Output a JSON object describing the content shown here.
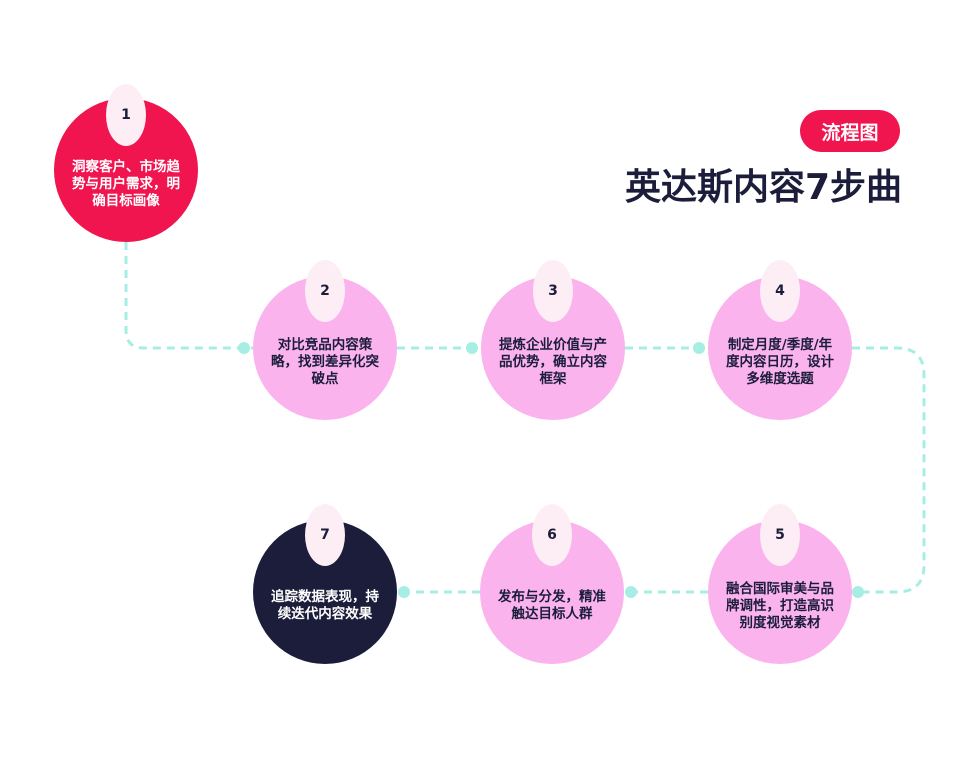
{
  "header": {
    "tag": "流程图",
    "title": "英达斯内容7步曲"
  },
  "colors": {
    "accent": "#f0144f",
    "step_fill": "#fbb3ee",
    "final_fill": "#1b1d3a",
    "badge": "#fdeef6",
    "connector": "#a6eee4"
  },
  "steps": [
    {
      "number": "1",
      "text": "洞察客户、市场趋势与用户需求，明确目标画像"
    },
    {
      "number": "2",
      "text": "对比竞品内容策略，找到差异化突破点"
    },
    {
      "number": "3",
      "text": "提炼企业价值与产品优势，确立内容框架"
    },
    {
      "number": "4",
      "text": "制定月度/季度/年度内容日历，设计多维度选题"
    },
    {
      "number": "5",
      "text": "融合国际审美与品牌调性，打造高识别度视觉素材"
    },
    {
      "number": "6",
      "text": "发布与分发，精准触达目标人群"
    },
    {
      "number": "7",
      "text": "追踪数据表现，持续迭代内容效果"
    }
  ]
}
